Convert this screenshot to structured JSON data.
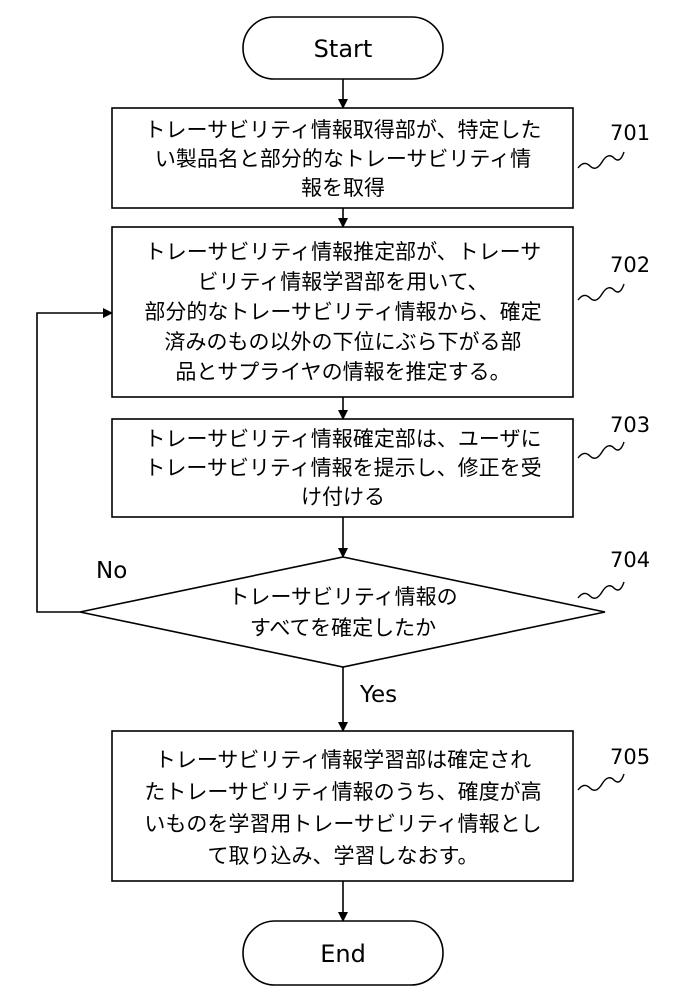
{
  "flowchart": {
    "start": "Start",
    "end": "End",
    "steps": [
      {
        "ref": "701",
        "lines": [
          "トレーサビリティ情報取得部が、特定した",
          "い製品名と部分的なトレーサビリティ情",
          "報を取得"
        ]
      },
      {
        "ref": "702",
        "lines": [
          "トレーサビリティ情報推定部が、トレーサ",
          "ビリティ情報学習部を用いて、",
          "部分的なトレーサビリティ情報から、確定",
          "済みのもの以外の下位にぶら下がる部",
          "品とサプライヤの情報を推定する。"
        ]
      },
      {
        "ref": "703",
        "lines": [
          "トレーサビリティ情報確定部は、ユーザに",
          "トレーサビリティ情報を提示し、修正を受",
          "け付ける"
        ]
      }
    ],
    "decision": {
      "ref": "704",
      "lines": [
        "トレーサビリティ情報の",
        "すべてを確定したか"
      ],
      "no_label": "No",
      "yes_label": "Yes"
    },
    "final_step": {
      "ref": "705",
      "lines": [
        "トレーサビリティ情報学習部は確定され",
        "たトレーサビリティ情報のうち、確度が高",
        "いものを学習用トレーサビリティ情報とし",
        "て取り込み、学習しなおす。"
      ]
    }
  }
}
